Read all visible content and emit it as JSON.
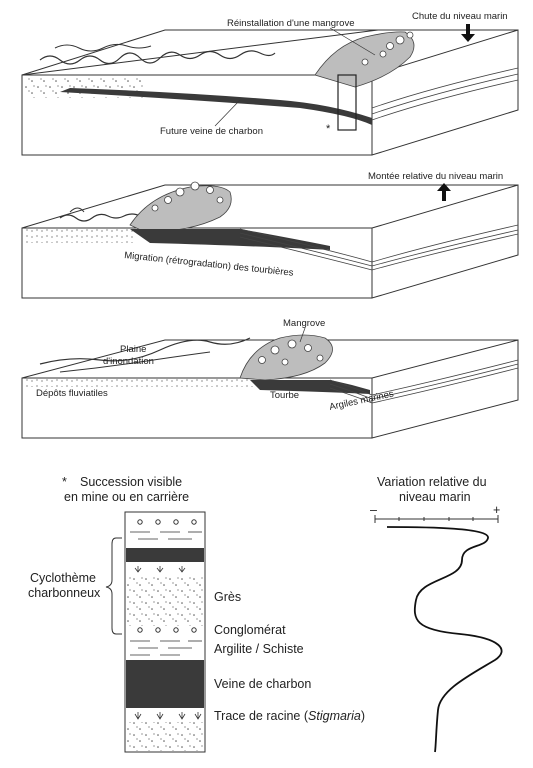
{
  "panel1": {
    "mangrove_reinstall": "Réinstallation d'une mangrove",
    "sea_fall": "Chute du niveau marin",
    "future_coal": "Future veine de charbon",
    "asterisk": "*"
  },
  "panel2": {
    "sea_rise": "Montée relative du niveau marin",
    "migration": "Migration (rétrogradation) des tourbières"
  },
  "panel3": {
    "mangrove": "Mangrove",
    "plaine_1": "Plaine",
    "plaine_2": "d'inondation",
    "depots": "Dépôts fluviatiles",
    "tourbe": "Tourbe",
    "argiles": "Argiles marines"
  },
  "column": {
    "title_star": "*",
    "title_1": "Succession visible",
    "title_2": "en mine ou en carrière",
    "cyclotheme_1": "Cyclothème",
    "cyclotheme_2": "charbonneux",
    "layers": {
      "gres": "Grès",
      "conglomerat": "Conglomérat",
      "argilite": "Argilite / Schiste",
      "veine": "Veine de charbon",
      "racine_prefix": "Trace de racine (",
      "racine_genus": "Stigmaria",
      "racine_suffix": ")"
    }
  },
  "sea_curve": {
    "title_1": "Variation relative du",
    "title_2": "niveau marin",
    "minus": "–",
    "plus": "+"
  },
  "colors": {
    "coal": "#3a3a3a",
    "mangrove": "#bdbdbd",
    "outline": "#333333"
  }
}
